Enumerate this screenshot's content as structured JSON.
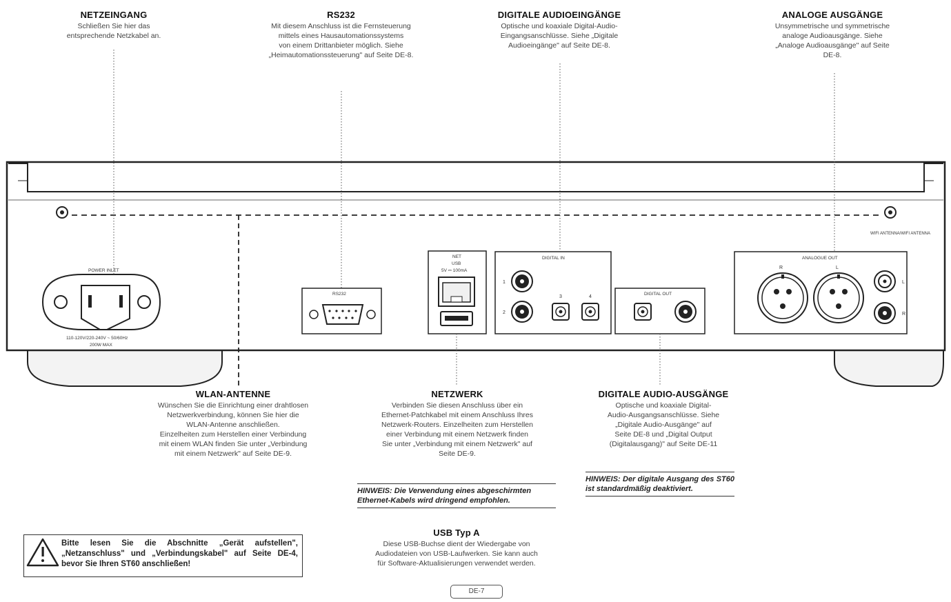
{
  "callouts": {
    "power": {
      "title": "NETZEINGANG",
      "text": "Schließen Sie hier das\nentsprechende Netzkabel an."
    },
    "rs232": {
      "title": "RS232",
      "text": "Mit diesem Anschluss ist die Fernsteuerung\nmittels eines Hausautomationssystems\nvon einem Drittanbieter möglich. Siehe\n„Heimautomationssteuerung\" auf Seite DE-8."
    },
    "digital_in": {
      "title": "DIGITALE AUDIOEINGÄNGE",
      "text": "Optische und koaxiale Digital-Audio-\nEingangsanschlüsse. Siehe „Digitale\nAudioeingänge\" auf Seite DE-8."
    },
    "analog_out": {
      "title": "ANALOGE AUSGÄNGE",
      "text": "Unsymmetrische und symmetrische\nanaloge Audioausgänge. Siehe\n„Analoge Audioausgänge\" auf Seite\nDE-8."
    },
    "wlan": {
      "title": "WLAN-ANTENNE",
      "text": "Wünschen Sie die Einrichtung einer drahtlosen\nNetzwerkverbindung, können Sie hier die\nWLAN-Antenne anschließen.\nEinzelheiten zum Herstellen einer Verbindung\nmit einem WLAN finden Sie unter „Verbindung\nmit einem Netzwerk\" auf Seite DE-9."
    },
    "network": {
      "title": "NETZWERK",
      "text": "Verbinden Sie diesen Anschluss über ein\nEthernet-Patchkabel mit einem Anschluss Ihres\nNetzwerk-Routers. Einzelheiten zum Herstellen\neiner Verbindung mit einem Netzwerk finden\nSie unter „Verbindung mit einem Netzwerk\" auf\nSeite DE-9."
    },
    "digital_out": {
      "title": "DIGITALE AUDIO-AUSGÄNGE",
      "text": "Optische und koaxiale Digital-\nAudio-Ausgangsanschlüsse. Siehe\n„Digitale Audio-Ausgänge\" auf\nSeite DE-8 und „Digital Output\n(Digitalausgang)\" auf Seite DE-11"
    },
    "usb": {
      "title": "USB Typ A",
      "text": "Diese USB-Buchse dient der Wiedergabe von\nAudiodateien von USB-Laufwerken. Sie kann auch\nfür Software-Aktualisierungen verwendet werden."
    }
  },
  "notes": {
    "network": "HINWEIS: Die Verwendung eines abgeschirmten Ethernet-Kabels wird dringend empfohlen.",
    "digital_out": "HINWEIS: Der digitale Ausgang des ST60 ist standardmäßig deaktiviert."
  },
  "warning": "Bitte lesen Sie die Abschnitte „Gerät aufstellen\", „Netzanschluss\" und „Verbindungskabel\" auf Seite DE-4, bevor Sie Ihren ST60 anschließen!",
  "page_number": "DE-7",
  "panel_labels": {
    "power_inlet": "POWER INLET",
    "power_spec_1": "110-120V/220-240V ~ 50/60Hz",
    "power_spec_2": "200W MAX",
    "rs232": "RS232",
    "net": "NET",
    "usb": "USB",
    "usb_spec": "5V ⎓ 100mA",
    "digital_in": "DIGITAL IN",
    "din_1": "1",
    "din_2": "2",
    "din_3": "3",
    "din_4": "4",
    "digital_out": "DIGITAL OUT",
    "analogue_out": "ANALOGUE OUT",
    "analog_r": "R",
    "analog_l": "L",
    "rca_l": "L",
    "rca_r": "R",
    "antenna": "WIFI ANTENNA/WIFI ANTENNA"
  }
}
